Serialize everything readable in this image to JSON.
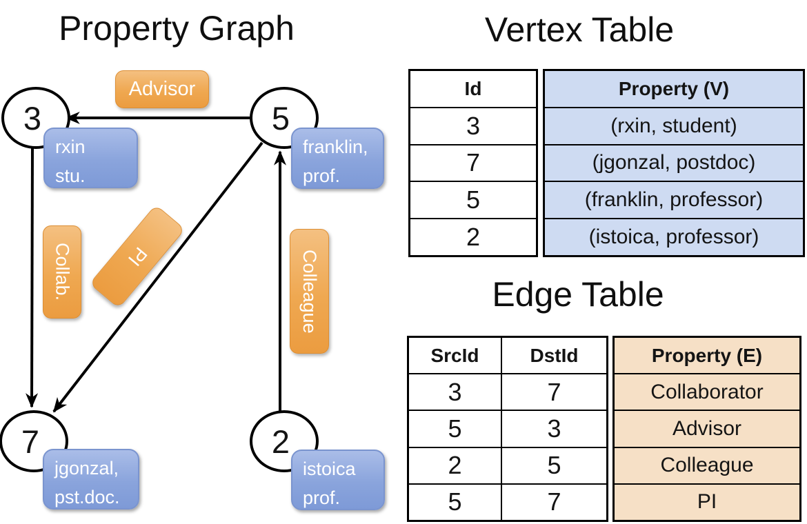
{
  "graph": {
    "title": "Property Graph",
    "nodes": [
      {
        "id": "3",
        "card_line1": "rxin",
        "card_line2": "stu."
      },
      {
        "id": "5",
        "card_line1": "franklin,",
        "card_line2": "prof."
      },
      {
        "id": "7",
        "card_line1": "jgonzal,",
        "card_line2": "pst.doc."
      },
      {
        "id": "2",
        "card_line1": "istoica",
        "card_line2": "prof."
      }
    ],
    "edge_labels": [
      {
        "label": "Advisor"
      },
      {
        "label": "Collab."
      },
      {
        "label": "PI"
      },
      {
        "label": "Colleague"
      }
    ],
    "edges": [
      {
        "src": "5",
        "dst": "3",
        "label": "Advisor"
      },
      {
        "src": "3",
        "dst": "7",
        "label": "Collab."
      },
      {
        "src": "5",
        "dst": "7",
        "label": "PI"
      },
      {
        "src": "2",
        "dst": "5",
        "label": "Colleague"
      }
    ]
  },
  "vertex_table": {
    "title": "Vertex Table",
    "columns": {
      "id": "Id",
      "property": "Property (V)"
    },
    "rows": [
      {
        "id": "3",
        "property": "(rxin, student)"
      },
      {
        "id": "7",
        "property": "(jgonzal, postdoc)"
      },
      {
        "id": "5",
        "property": "(franklin, professor)"
      },
      {
        "id": "2",
        "property": "(istoica, professor)"
      }
    ]
  },
  "edge_table": {
    "title": "Edge Table",
    "columns": {
      "src": "SrcId",
      "dst": "DstId",
      "property": "Property (E)"
    },
    "rows": [
      {
        "src": "3",
        "dst": "7",
        "property": "Collaborator"
      },
      {
        "src": "5",
        "dst": "3",
        "property": "Advisor"
      },
      {
        "src": "2",
        "dst": "5",
        "property": "Colleague"
      },
      {
        "src": "5",
        "dst": "7",
        "property": "PI"
      }
    ]
  },
  "colors": {
    "edge_label_fill": "#efa851",
    "edge_label_border": "#dd8e33",
    "vertex_card_fill": "#8aa4dc",
    "vertex_card_border": "#7a94cf",
    "vertex_property_bg": "#cedbf2",
    "edge_property_bg": "#f6e0c6",
    "line_color": "#000000"
  }
}
